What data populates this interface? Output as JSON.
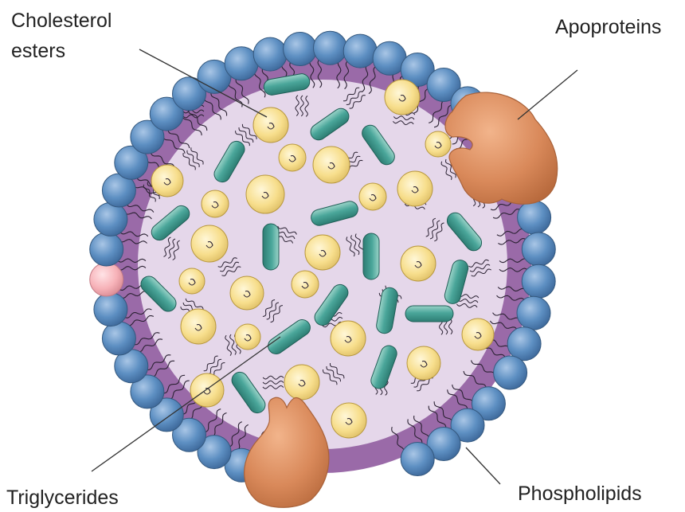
{
  "labels": {
    "cholesterol_esters_line1": "Cholesterol",
    "cholesterol_esters_line2": "esters",
    "apoproteins": "Apoproteins",
    "triglycerides": "Triglycerides",
    "phospholipids": "Phospholipids"
  },
  "colors": {
    "phospholipid_head": "#5d8fc2",
    "phospholipid_head_pink": "#f7b3b9",
    "shell_band": "#9a6aa8",
    "core": "#e5d7ea",
    "cholesterol_ester": "#f7de8c",
    "triglyceride": "#4aa69a",
    "apoprotein": "#d9895a"
  },
  "icons": {
    "phospholipid": "blue-sphere-icon",
    "cholesterol_ester": "yellow-circle-icon",
    "triglyceride": "green-capsule-icon",
    "apoprotein": "orange-blob-icon"
  }
}
